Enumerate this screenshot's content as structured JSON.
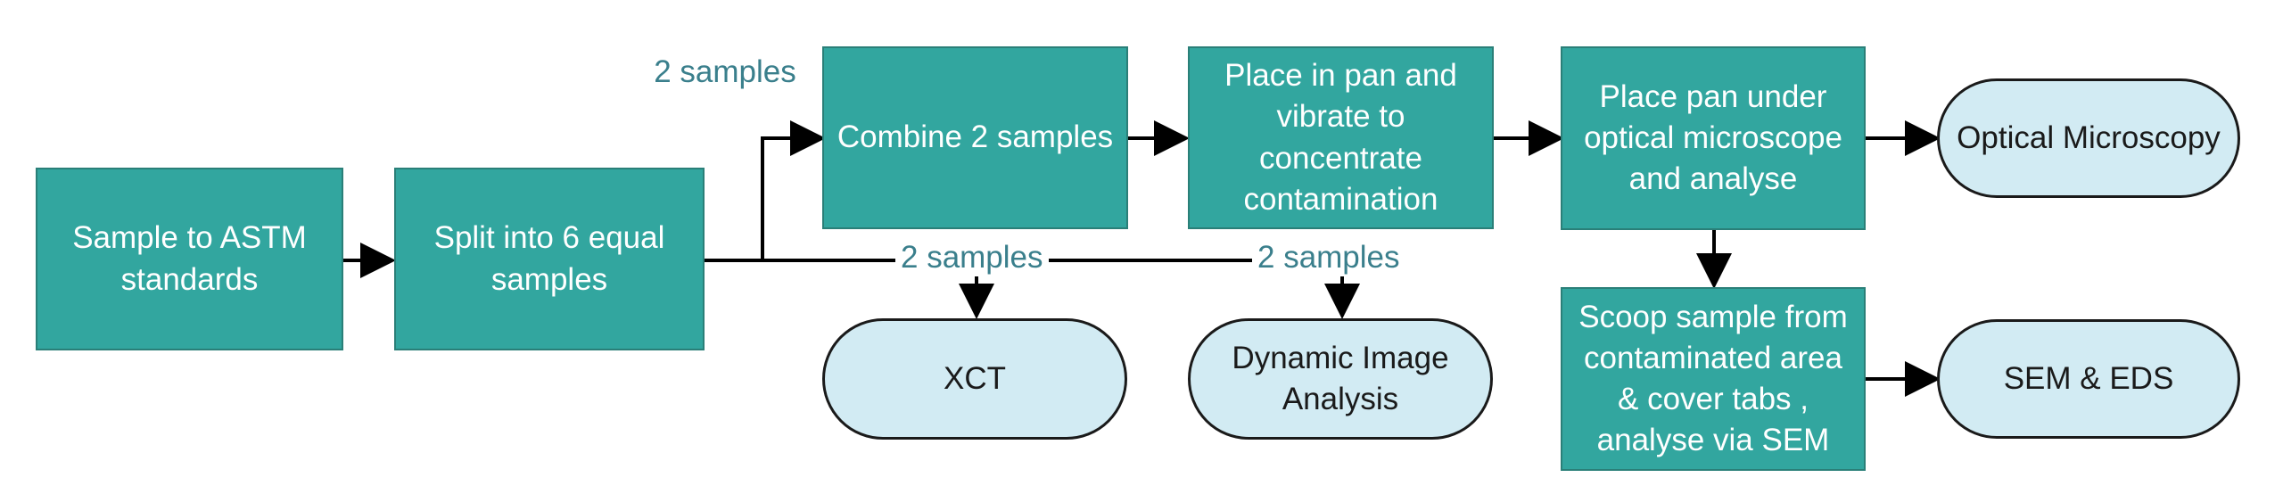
{
  "colors": {
    "process_fill": "#32a69f",
    "process_text": "#ffffff",
    "terminal_fill": "#d2ebf3",
    "terminal_border": "#1a1a1a",
    "label_text": "#3a7f8c",
    "arrow": "#000000"
  },
  "nodes": {
    "sample_astm": "Sample to ASTM standards",
    "split": "Split into 6 equal samples",
    "combine": "Combine 2 samples",
    "vibrate": "Place in pan and vibrate to concentrate contamination",
    "optical_place": "Place pan under optical microscope and analyse",
    "optical_microscopy": "Optical Microscopy",
    "scoop": "Scoop sample from contaminated area & cover tabs , analyse via SEM",
    "sem_eds": "SEM & EDS",
    "xct": "XCT",
    "dia": "Dynamic Image Analysis"
  },
  "edge_labels": {
    "two_samples_top": "2 samples",
    "two_samples_xct": "2 samples",
    "two_samples_dia": "2 samples"
  }
}
